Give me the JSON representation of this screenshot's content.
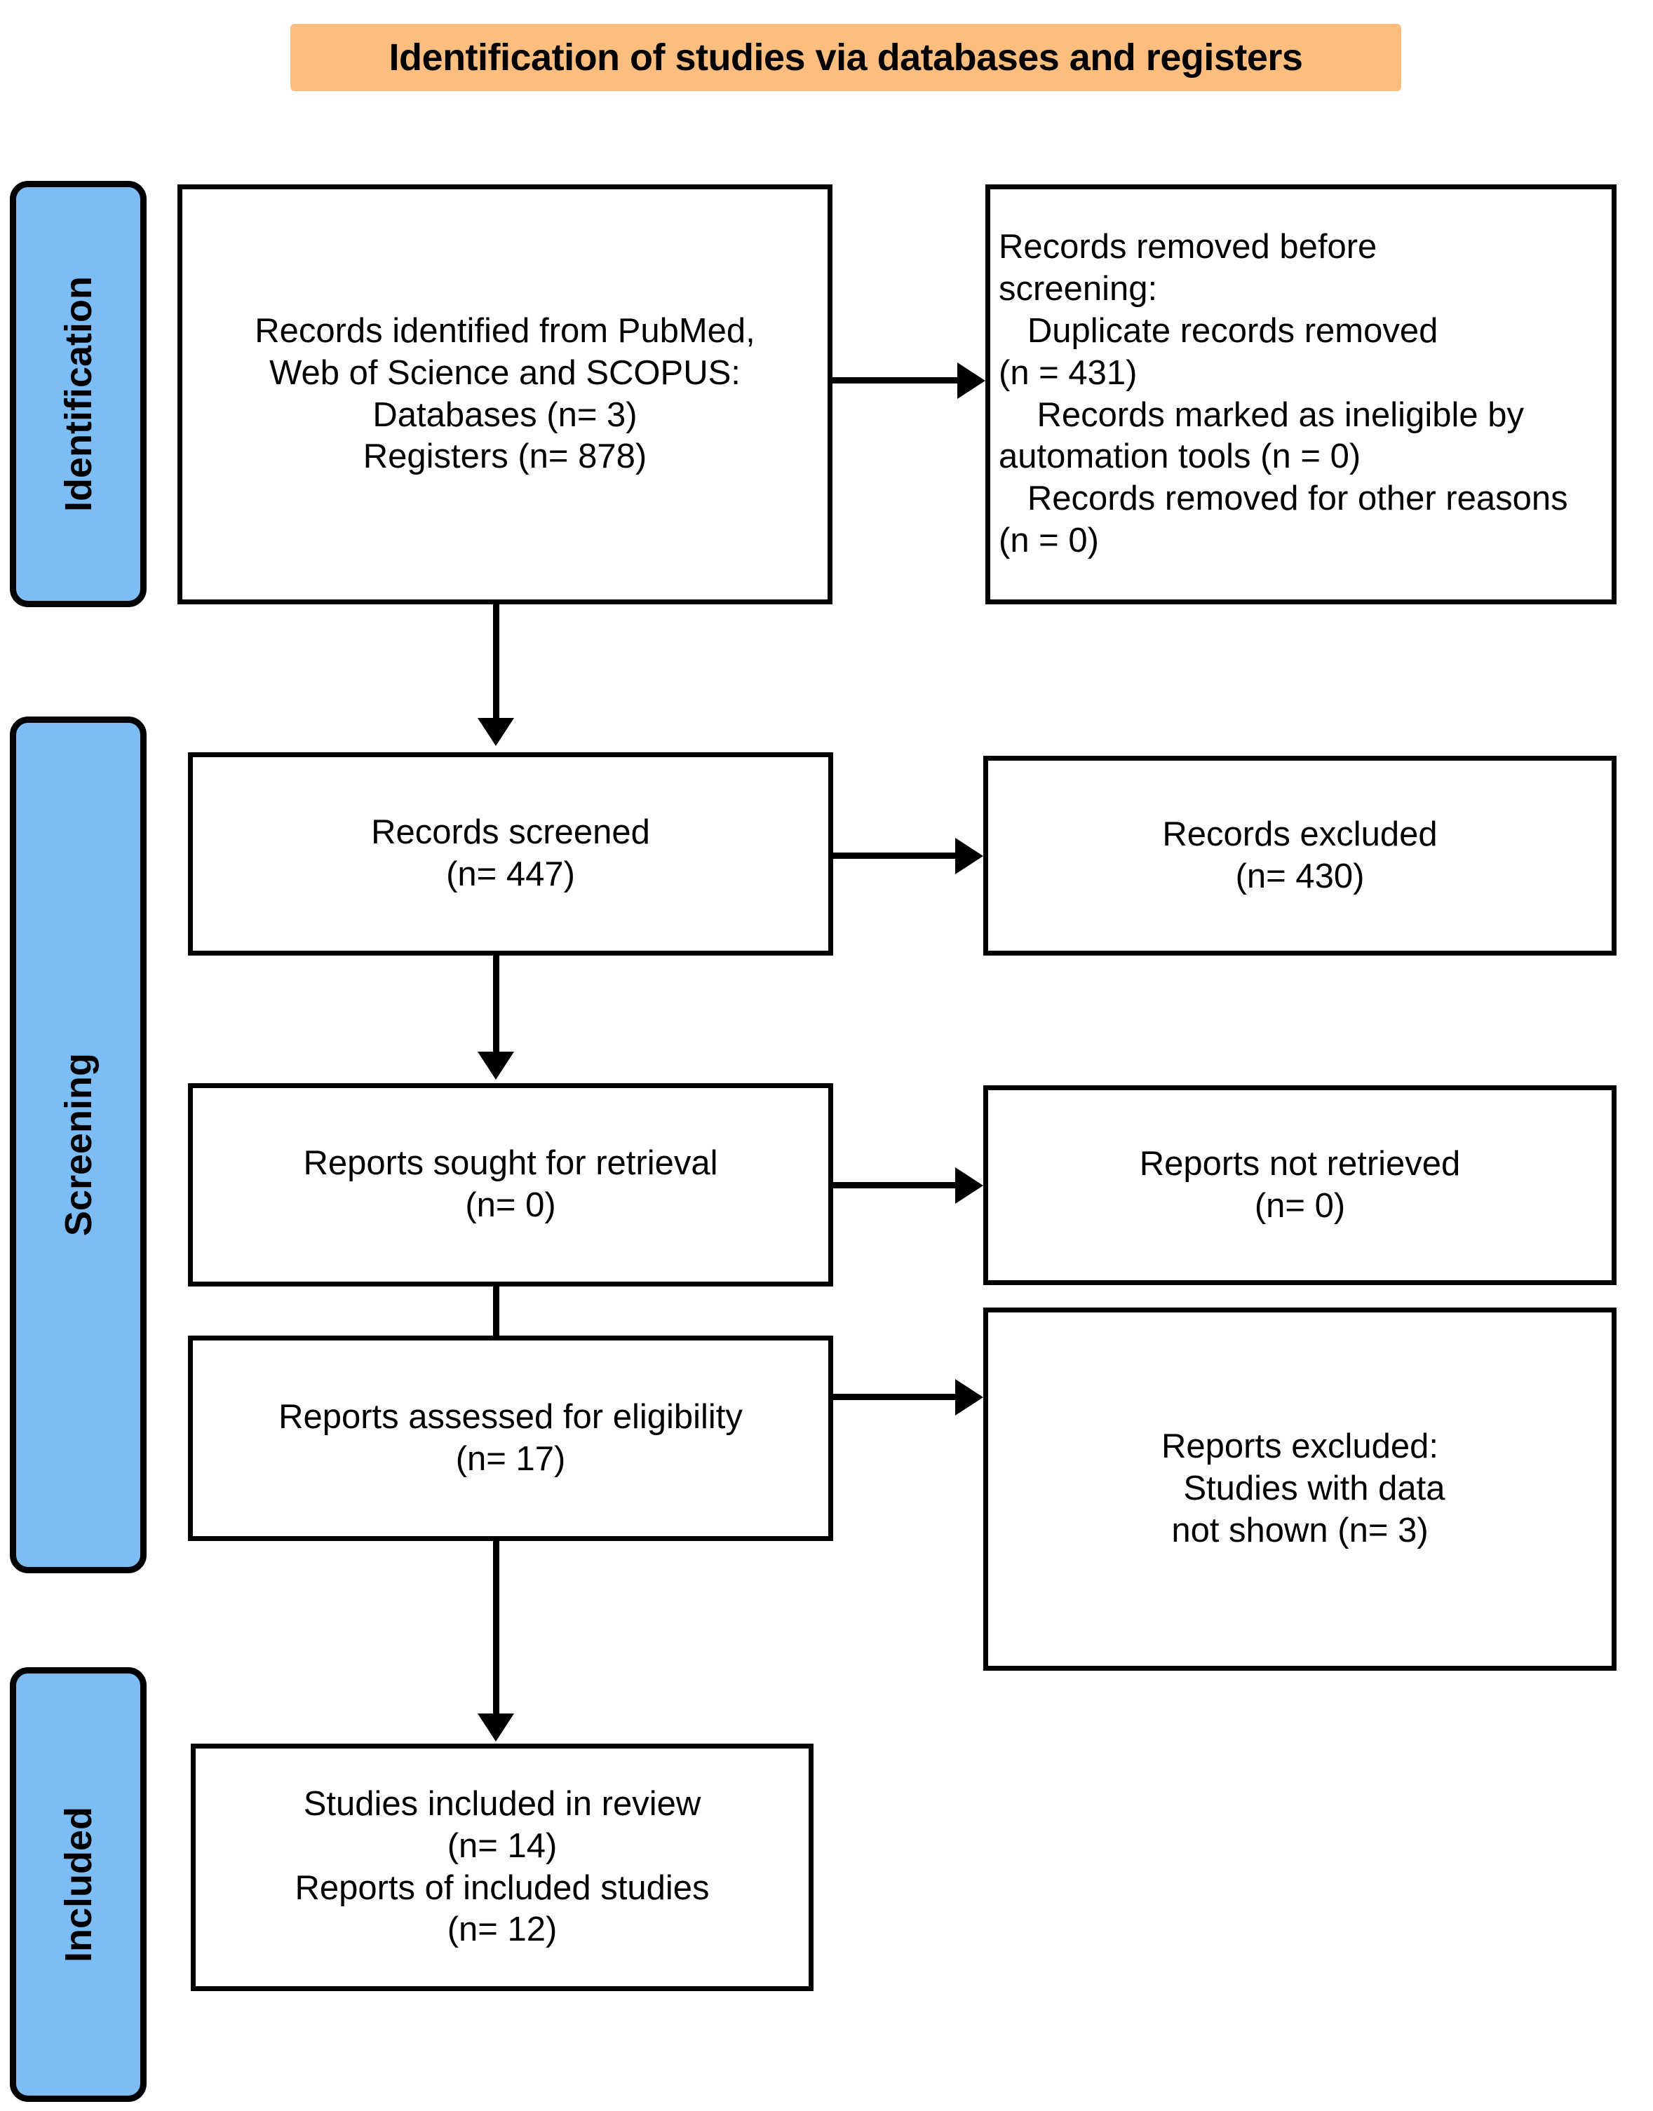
{
  "diagram": {
    "type": "prisma-flow-diagram",
    "title": "Identification of studies via databases and registers",
    "colors": {
      "title_banner": "#FBBE7E",
      "phase_bar": "#7CBDF5",
      "box_border": "#000000",
      "box_fill": "#FFFFFF",
      "text": "#000000"
    },
    "phases": [
      {
        "id": "identification",
        "label": "Identification"
      },
      {
        "id": "screening",
        "label": "Screening"
      },
      {
        "id": "included",
        "label": "Included"
      }
    ],
    "boxes": {
      "records_identified": "Records identified from PubMed,\nWeb of Science and SCOPUS:\nDatabases (n= 3)\nRegisters (n= 878)",
      "records_removed": "Records removed before\nscreening:\n   Duplicate records removed\n(n = 431)\n    Records marked as ineligible by\nautomation tools (n = 0)\n   Records removed for other reasons\n(n = 0)",
      "records_screened": "Records screened\n(n= 447)",
      "records_excluded": "Records excluded\n(n= 430)",
      "reports_sought": "Reports sought for retrieval\n(n= 0)",
      "reports_not_retrieved": "Reports not retrieved\n(n= 0)",
      "reports_assessed": "Reports assessed for eligibility\n(n= 17)",
      "reports_excluded": "Reports excluded:\n   Studies with data\nnot shown (n= 3)",
      "studies_included": "Studies included in review\n(n= 14)\nReports of included studies\n(n= 12)"
    },
    "counts": {
      "databases": 3,
      "registers": 878,
      "duplicate_records_removed": 431,
      "marked_ineligible_by_automation": 0,
      "removed_other_reasons": 0,
      "records_screened": 447,
      "records_excluded": 430,
      "reports_sought_for_retrieval": 0,
      "reports_not_retrieved": 0,
      "reports_assessed_for_eligibility": 17,
      "reports_excluded_data_not_shown": 3,
      "studies_included_in_review": 14,
      "reports_of_included_studies": 12
    }
  }
}
